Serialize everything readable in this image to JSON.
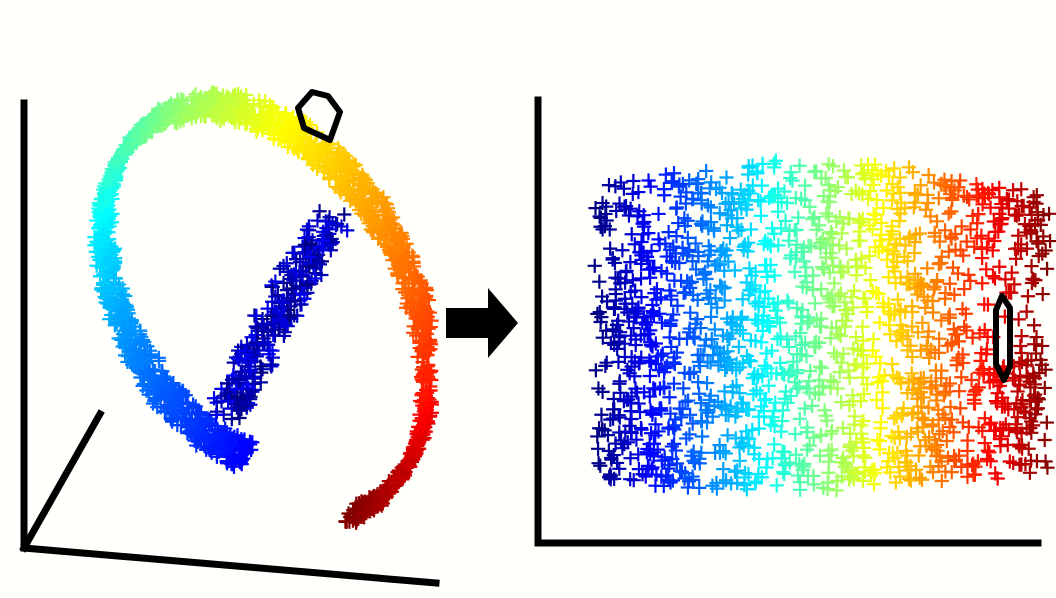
{
  "figure": {
    "caption": "",
    "left_panel": {
      "description_key": "swiss-roll-3d",
      "marker": "plus",
      "colormap": [
        "#00007f",
        "#0000ff",
        "#007fff",
        "#00ffff",
        "#7fff7f",
        "#ffff00",
        "#ff7f00",
        "#ff0000",
        "#7f0000"
      ]
    },
    "arrow": {
      "icon": "right-arrow-icon",
      "color": "#000000"
    },
    "right_panel": {
      "description_key": "unrolled-2d-embedding",
      "marker": "plus",
      "colormap": [
        "#00007f",
        "#0000ff",
        "#007fff",
        "#00ffff",
        "#7fff7f",
        "#ffff00",
        "#ff7f00",
        "#ff0000",
        "#7f0000"
      ]
    },
    "highlight_color": "#000000",
    "axis_color": "#000000"
  }
}
